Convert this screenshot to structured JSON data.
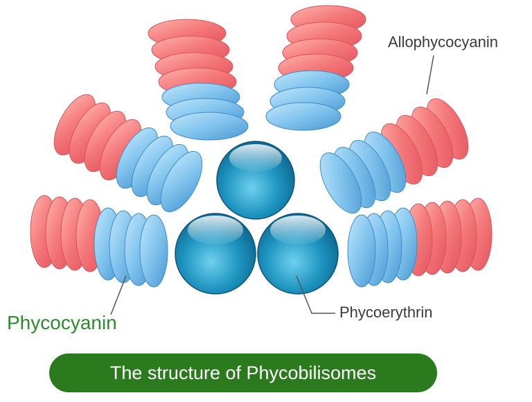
{
  "labels": {
    "allophycocyanin": "Allophycocyanin",
    "phycoerythrin": "Phycoerythrin",
    "phycocyanin": "Phycocyanin"
  },
  "banner": {
    "title": "The structure of Phycobilisomes"
  },
  "colors": {
    "red_disc": "#f47a7a",
    "red_disc_dark": "#e2585f",
    "blue_disc": "#7cc3ee",
    "blue_disc_dark": "#4f9fd6",
    "sphere": "#1f8fb8",
    "phycocyanin_label": "#2e8b2e",
    "banner": "#2b7a1e"
  }
}
